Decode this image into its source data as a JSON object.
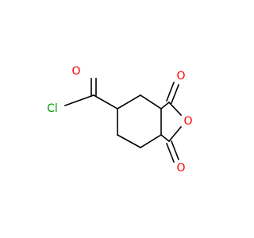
{
  "atoms": {
    "chlorine": {
      "symbol": "Cl",
      "color": "#00a000"
    },
    "acyl_oxygen": {
      "symbol": "O",
      "color": "#ff0000"
    },
    "top_carbonyl_oxygen": {
      "symbol": "O",
      "color": "#ff0000"
    },
    "ring_oxygen": {
      "symbol": "O",
      "color": "#ff0000"
    },
    "bottom_carbonyl_oxygen": {
      "symbol": "O",
      "color": "#ff0000"
    }
  },
  "colors": {
    "bond": "#000000",
    "background": "#ffffff"
  }
}
